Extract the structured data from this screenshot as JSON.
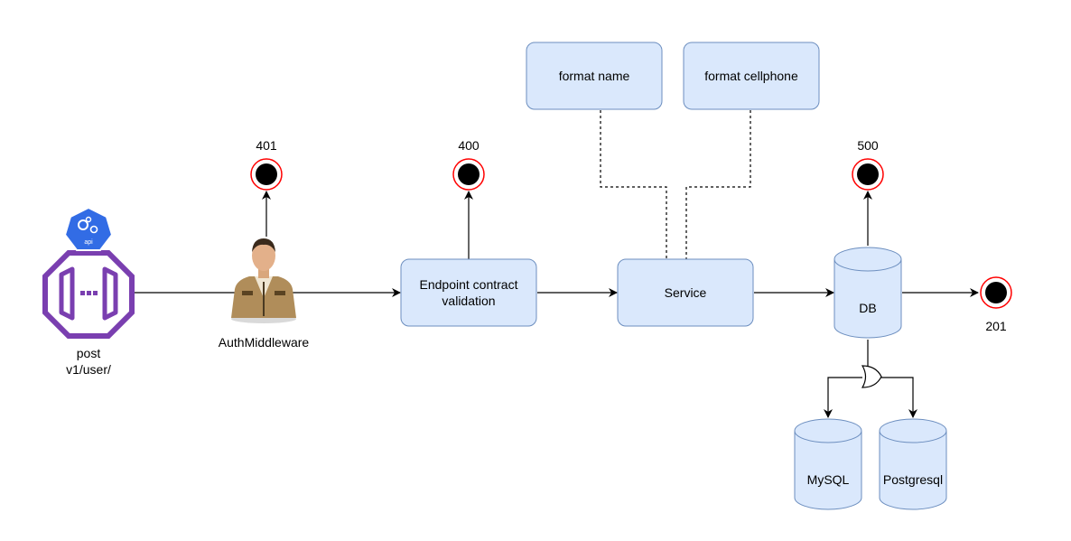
{
  "nodes": {
    "api": {
      "label_line1": "post",
      "label_line2": "v1/user/",
      "icon": "api-gateway-icon",
      "icon_badge": "api"
    },
    "auth": {
      "label": "AuthMiddleware",
      "icon": "guard-person-icon"
    },
    "validation": {
      "label_line1": "Endpoint contract",
      "label_line2": "validation"
    },
    "service": {
      "label": "Service"
    },
    "db": {
      "label": "DB"
    },
    "format_name": {
      "label": "format name"
    },
    "format_cellphone": {
      "label": "format cellphone"
    },
    "mysql": {
      "label": "MySQL"
    },
    "postgresql": {
      "label": "Postgresql"
    }
  },
  "end_states": [
    {
      "id": "e401",
      "label": "401"
    },
    {
      "id": "e400",
      "label": "400"
    },
    {
      "id": "e500",
      "label": "500"
    },
    {
      "id": "e201",
      "label": "201"
    }
  ],
  "colors": {
    "box_fill": "#dae8fc",
    "box_stroke": "#6c8ebf",
    "end_ring": "#ff0000",
    "end_fill": "#000000",
    "api_purple": "#7a3fb0",
    "api_badge_blue": "#326ce5"
  }
}
